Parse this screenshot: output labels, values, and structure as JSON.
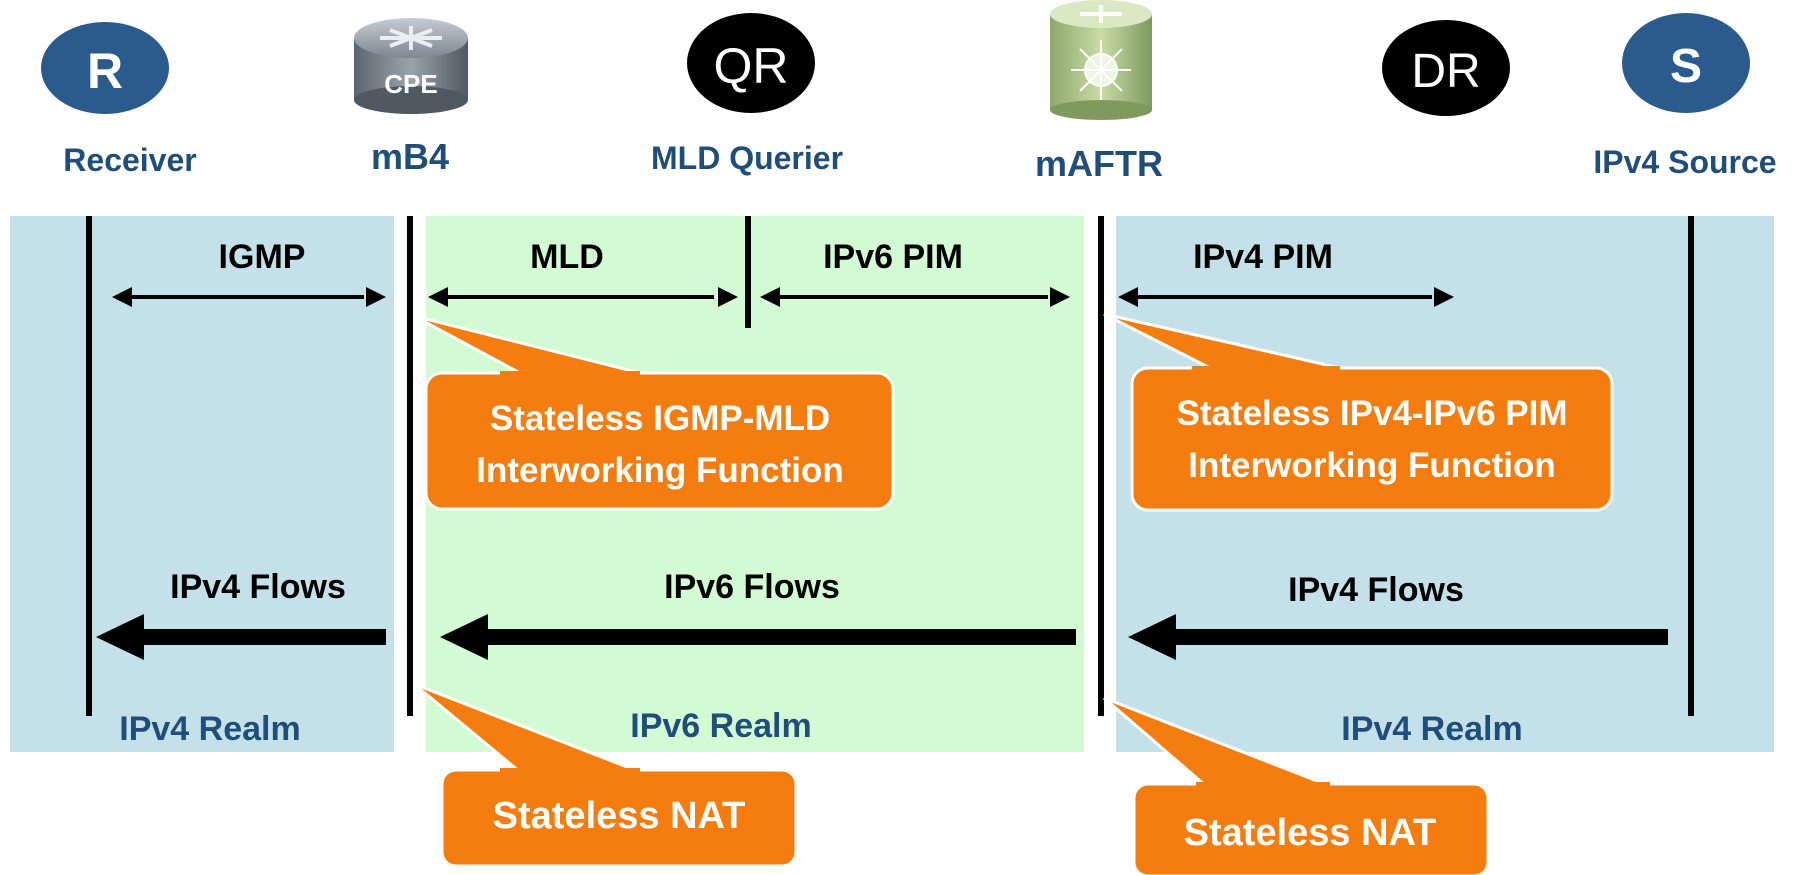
{
  "nodes": {
    "receiver": {
      "glyph": "R",
      "label": "Receiver"
    },
    "cpe": {
      "glyph": "CPE",
      "label": "mB4"
    },
    "querier": {
      "glyph": "QR",
      "label": "MLD Querier"
    },
    "maftr": {
      "label": "mAFTR"
    },
    "dr": {
      "glyph": "DR"
    },
    "source": {
      "glyph": "S",
      "label": "IPv4 Source"
    }
  },
  "protocols": {
    "igmp": "IGMP",
    "mld": "MLD",
    "ipv6_pim": "IPv6 PIM",
    "ipv4_pim": "IPv4 PIM"
  },
  "flows": {
    "left": "IPv4 Flows",
    "middle": "IPv6 Flows",
    "right": "IPv4 Flows"
  },
  "realms": {
    "left": "IPv4 Realm",
    "middle": "IPv6 Realm",
    "right": "IPv4 Realm"
  },
  "callouts": {
    "igmp_mld": {
      "line1": "Stateless IGMP-MLD",
      "line2": "Interworking Function"
    },
    "pim": {
      "line1": "Stateless IPv4-IPv6 PIM",
      "line2": "Interworking Function"
    },
    "nat_left": "Stateless NAT",
    "nat_right": "Stateless NAT"
  },
  "colors": {
    "ipv4_realm": "#c4e1ea",
    "ipv6_realm": "#d3fbd3",
    "node_blue": "#2a5b8c",
    "label_blue": "#1f4e79",
    "callout_orange": "#f57c0f"
  }
}
